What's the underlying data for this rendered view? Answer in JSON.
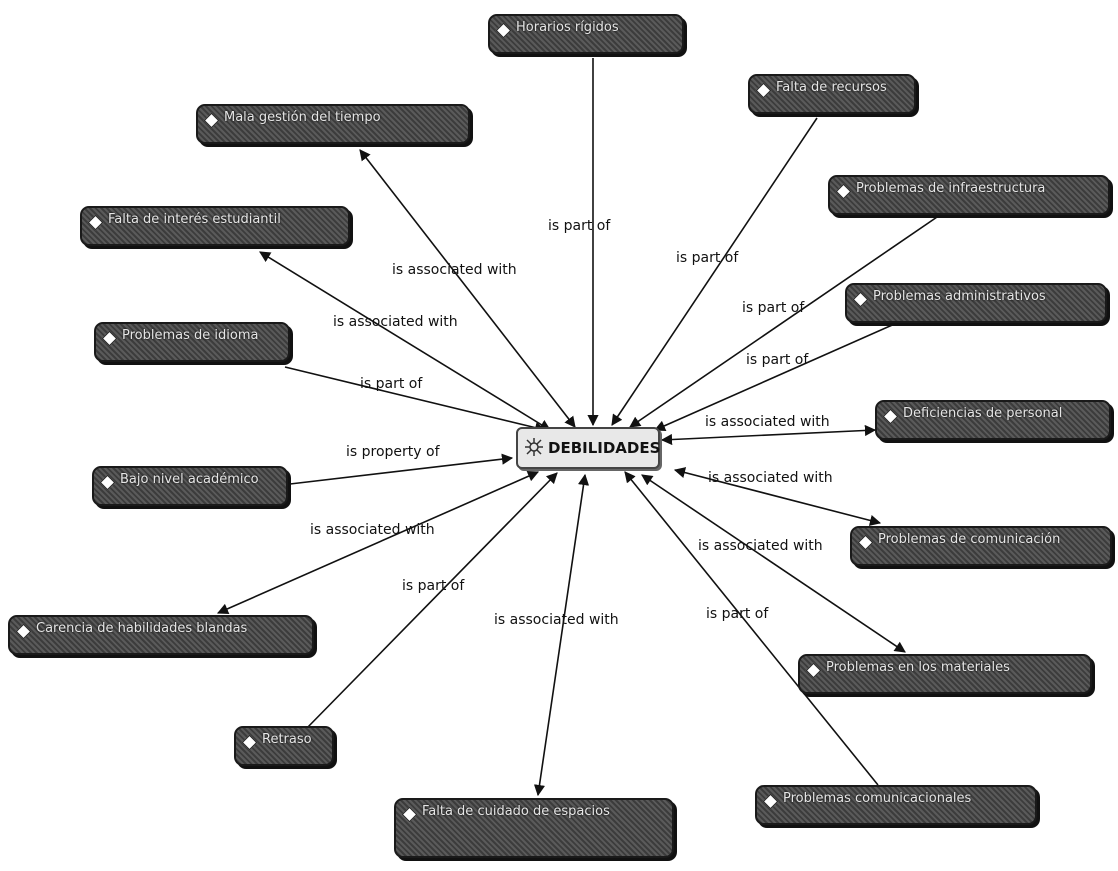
{
  "center": {
    "label": "DEBILIDADES"
  },
  "nodes": [
    {
      "label": "Horarios rígidos"
    },
    {
      "label": "Falta de recursos"
    },
    {
      "label": "Problemas de infraestructura"
    },
    {
      "label": "Problemas administrativos"
    },
    {
      "label": "Deficiencias de personal"
    },
    {
      "label": "Problemas de comunicación"
    },
    {
      "label": "Problemas en los materiales"
    },
    {
      "label": "Problemas comunicacionales"
    },
    {
      "label": "Falta de cuidado de espacios"
    },
    {
      "label": "Retraso"
    },
    {
      "label": "Carencia de habilidades blandas"
    },
    {
      "label": "Bajo nivel académico"
    },
    {
      "label": "Problemas de idioma"
    },
    {
      "label": "Falta de interés estudiantil"
    },
    {
      "label": "Mala gestión del tiempo"
    }
  ],
  "edges": [
    {
      "label": "is part of"
    },
    {
      "label": "is part of"
    },
    {
      "label": "is part of"
    },
    {
      "label": "is part of"
    },
    {
      "label": "is associated with"
    },
    {
      "label": "is associated with"
    },
    {
      "label": "is associated with"
    },
    {
      "label": "is part of"
    },
    {
      "label": "is associated with"
    },
    {
      "label": "is part of"
    },
    {
      "label": "is associated with"
    },
    {
      "label": "is property of"
    },
    {
      "label": "is part of"
    },
    {
      "label": "is associated with"
    },
    {
      "label": "is associated with"
    }
  ]
}
